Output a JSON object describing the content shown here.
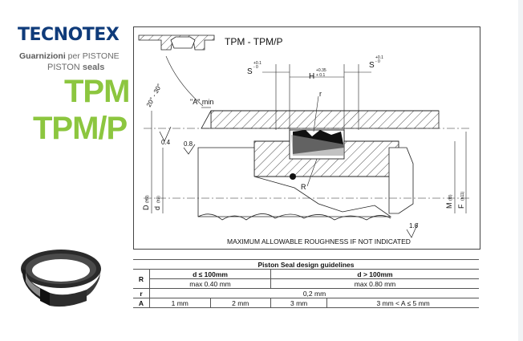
{
  "brand": {
    "logo_text": "TECNOTEX",
    "subtitle_it": "Guarnizioni",
    "subtitle_it_2": "per PISTONE",
    "subtitle_en": "PISTON",
    "subtitle_en_2": "seals",
    "model_1": "TPM",
    "model_2": "TPM/P",
    "brand_color": "#0f3b7a",
    "accent_color": "#8cc63f"
  },
  "drawing": {
    "title": "TPM - TPM/P",
    "labels": {
      "angle": "20° - 30°",
      "a_min": "\"A\" min",
      "r_small": "r",
      "r_big": "R",
      "h": "H",
      "h_tol_plus": "+0.35",
      "h_tol_minus": "+ 0.1",
      "s": "S",
      "s_tol_plus": "+0.1",
      "s_tol_minus": "- 0",
      "rough_1": "0.4",
      "rough_2": "0.8",
      "rough_3": "1.6",
      "d_big": "D",
      "d_big_tol": "(H9)",
      "d_small": "d",
      "d_small_tol": "(h9)",
      "m": "M",
      "m_tol": "(f8)",
      "f": "F",
      "f_tol": "(h11)"
    },
    "roughness_note": "MAXIMUM ALLOWABLE ROUGHNESS IF NOT INDICATED"
  },
  "table": {
    "title": "Piston Seal design guidelines",
    "rows": {
      "R": {
        "label": "R",
        "head_1": "d ≤ 100mm",
        "head_2": "d > 100mm",
        "val_1": "max 0.40 mm",
        "val_2": "max 0.80 mm"
      },
      "r": {
        "label": "r",
        "val": "0,2 mm"
      },
      "A": {
        "label": "A",
        "vals": [
          "1 mm",
          "2 mm",
          "3 mm",
          "3 mm < A ≤ 5 mm"
        ]
      }
    }
  }
}
